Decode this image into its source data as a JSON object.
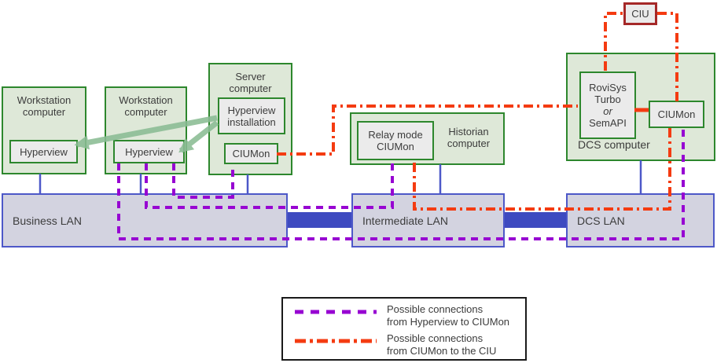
{
  "computers": {
    "workstation1": {
      "title": "Workstation\ncomputer",
      "app": "Hyperview"
    },
    "workstation2": {
      "title": "Workstation\ncomputer",
      "app": "Hyperview"
    },
    "server": {
      "title": "Server\ncomputer",
      "installer_app": "Hyperview\ninstallation",
      "ciumon_app": "CIUMon"
    },
    "historian": {
      "title": "Historian\ncomputer",
      "relay_app": "Relay mode\nCIUMon"
    },
    "dcs": {
      "title": "DCS computer",
      "gateway_top": "RoviSys\nTurbo",
      "gateway_or": "or",
      "gateway_bottom": "SemAPI",
      "ciumon_app": "CIUMon"
    }
  },
  "ciu": {
    "label": "CIU"
  },
  "lans": {
    "business": "Business LAN",
    "intermediate": "Intermediate LAN",
    "dcs": "DCS LAN"
  },
  "legend": {
    "items": [
      {
        "id": "hyperview-to-ciumon",
        "line_style": "purple-dashed",
        "label": "Possible connections\nfrom Hyperview to CIUMon"
      },
      {
        "id": "ciumon-to-ciu",
        "line_style": "red-dash-dot",
        "label": "Possible connections\nfrom CIUMon to the CIU"
      }
    ]
  },
  "colors": {
    "green_box_border": "#2d872d",
    "green_box_fill": "#dee8d8",
    "app_box_fill": "#ebebeb",
    "ciu_border": "#a52828",
    "lan_fill": "#d3d3e0",
    "lan_border": "#4d58c8",
    "trunk_blue": "#3e4ac0",
    "hyperview_connection_purple": "#9705d2",
    "ciu_connection_red": "#f43b11",
    "install_arrow_green": "#8abc94"
  }
}
